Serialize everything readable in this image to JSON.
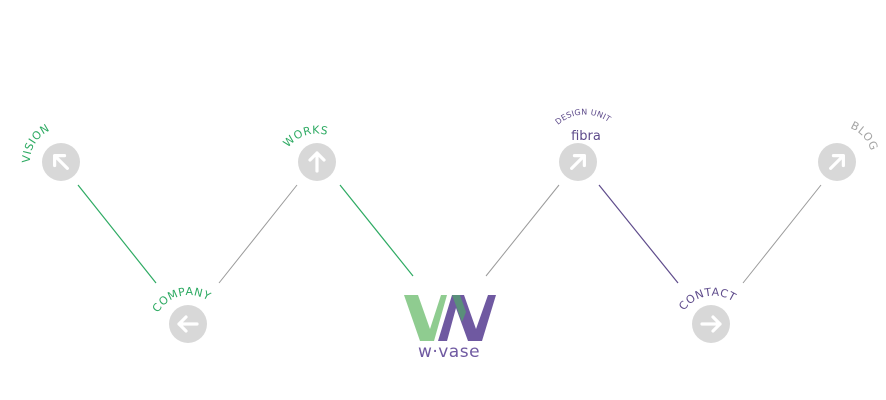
{
  "colors": {
    "green": "#2daa62",
    "purple": "#5e4b8b",
    "gray_text": "#a3a3a3",
    "gray_line": "#9a9a9a",
    "circle": "#d8d8d8",
    "arrow": "#ffffff",
    "logo_green": "#8fcc90",
    "logo_purple": "#6f59a1"
  },
  "nav": {
    "vision": {
      "label": "VISION",
      "icon": "arrow-up-left-icon"
    },
    "works": {
      "label": "WORKS",
      "icon": "arrow-up-icon"
    },
    "design_unit": {
      "label": "DESIGN UNIT",
      "sublabel": "fibra",
      "icon": "arrow-up-right-icon"
    },
    "blog": {
      "label": "BLOG",
      "icon": "arrow-up-right-icon"
    },
    "company": {
      "label": "COMPANY",
      "icon": "arrow-left-icon"
    },
    "contact": {
      "label": "CONTACT",
      "icon": "arrow-right-icon"
    }
  },
  "logo": {
    "wordmark": "w·vase",
    "icon": "wvase-logo"
  }
}
